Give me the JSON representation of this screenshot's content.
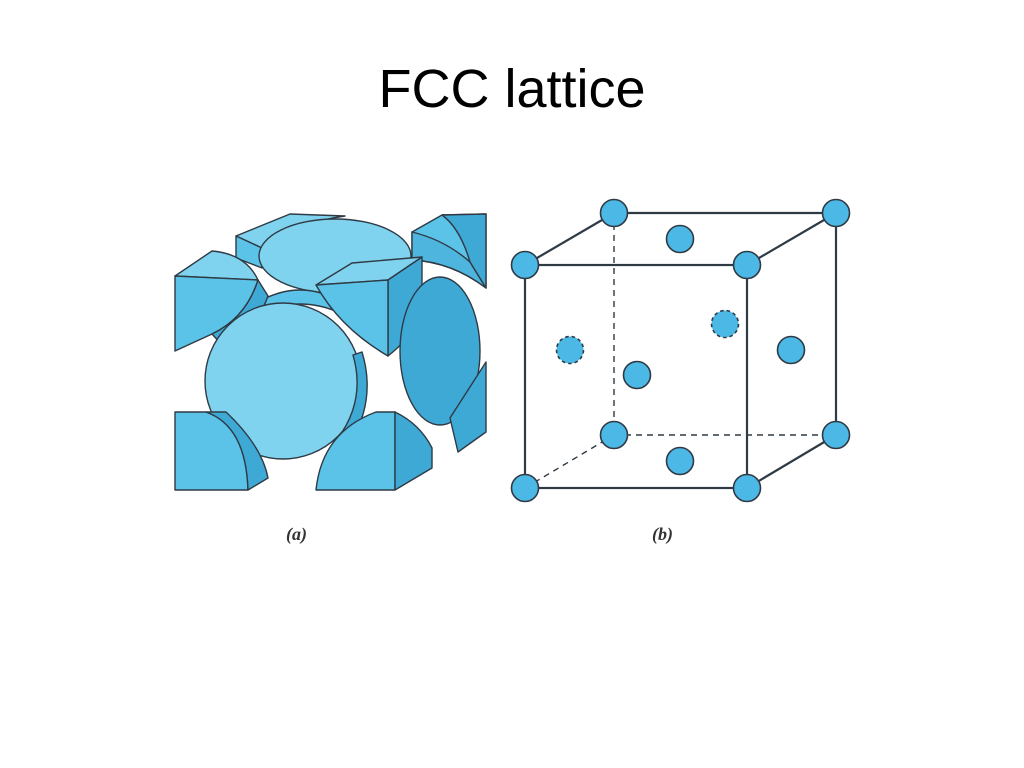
{
  "title": "FCC lattice",
  "figures": [
    {
      "id": "a",
      "caption": "(a)"
    },
    {
      "id": "b",
      "caption": "(b)"
    }
  ],
  "colors": {
    "atom_light": "#7fd3ee",
    "atom_mid": "#5cc3e8",
    "atom_dark": "#3fa9d6",
    "edge": "#2f3a44"
  }
}
